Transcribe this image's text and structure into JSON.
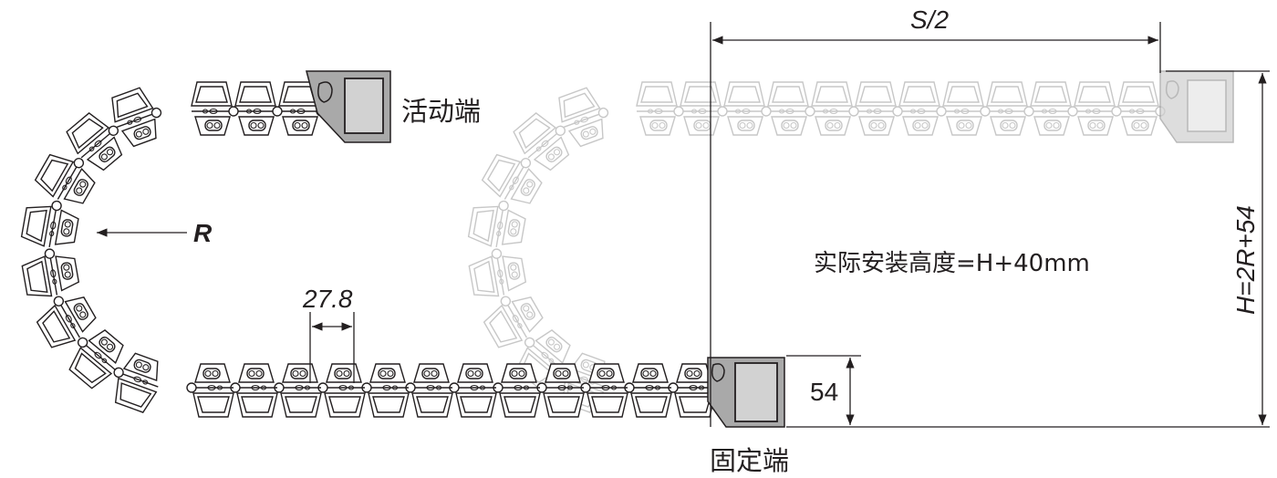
{
  "labels": {
    "moving_end": "活动端",
    "fixed_end": "固定端",
    "half_stroke": "S/2",
    "radius": "R",
    "pitch": "27.8",
    "height_formula": "H=2R+54",
    "install_height": "实际安装高度=H+40mm",
    "link_height": "54"
  },
  "colors": {
    "line": "#231f20",
    "ghost_line": "#9a9a9a",
    "end_fill": "#a9a9a9",
    "end_window": "#d2d2d2",
    "ghost_end_fill": "#cfcfcf",
    "ghost_end_window": "#e6e6e6"
  }
}
